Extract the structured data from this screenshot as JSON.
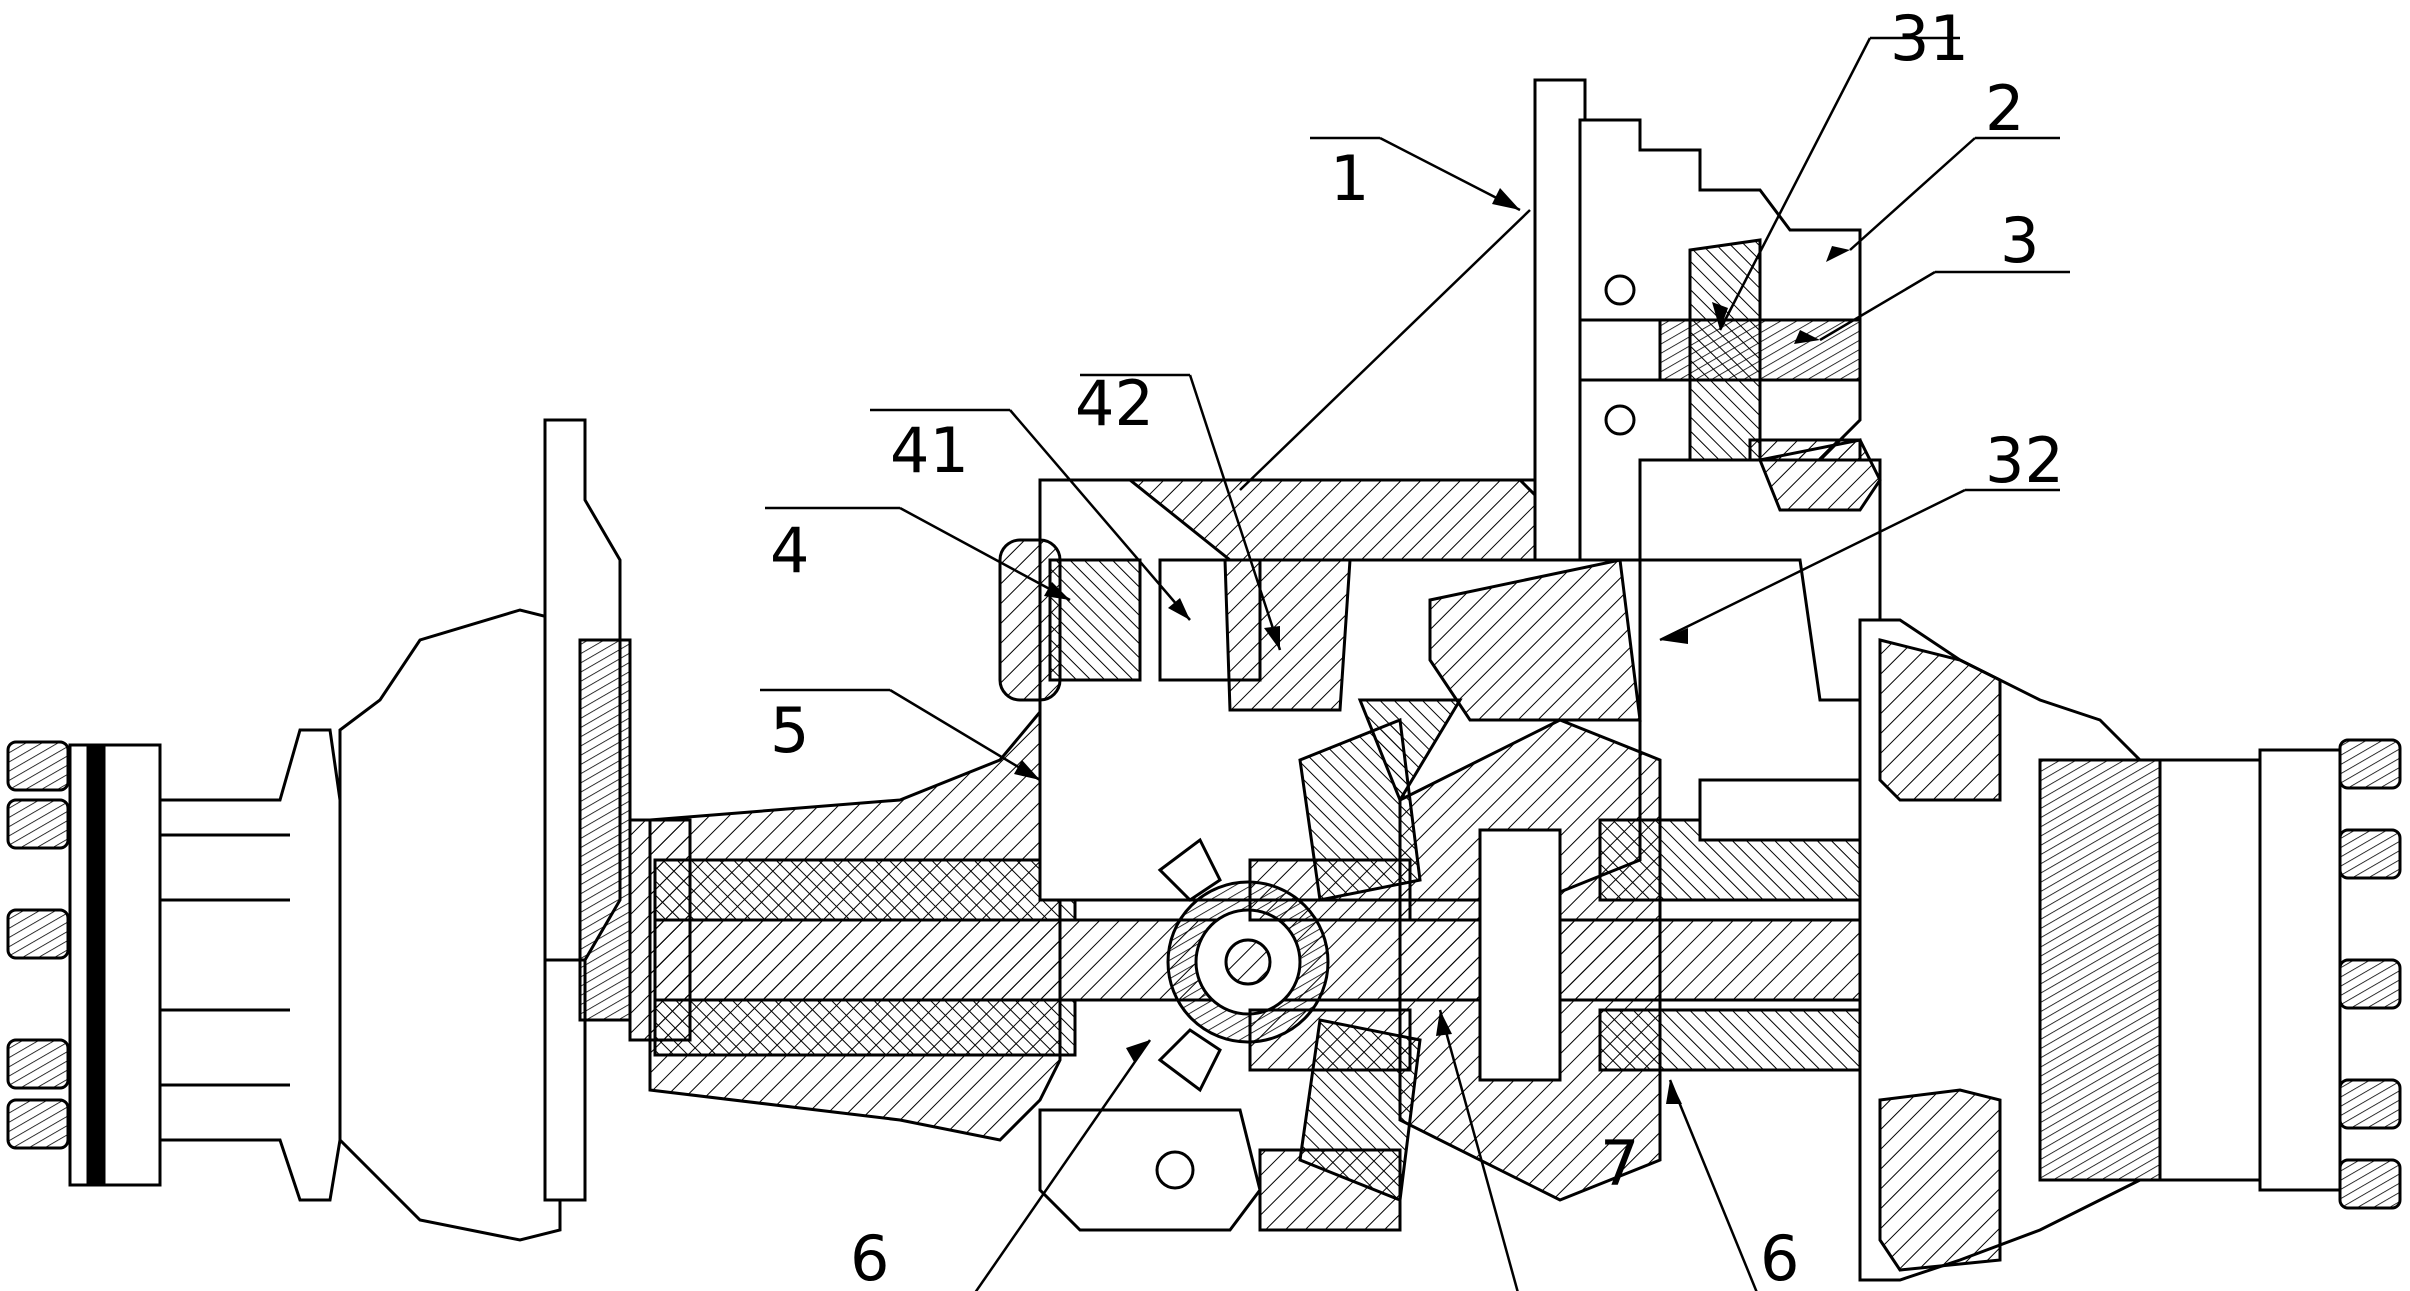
{
  "figure": {
    "callouts": [
      {
        "id": "c1",
        "label": "1"
      },
      {
        "id": "c2",
        "label": "2"
      },
      {
        "id": "c3",
        "label": "3"
      },
      {
        "id": "c31",
        "label": "31"
      },
      {
        "id": "c32",
        "label": "32"
      },
      {
        "id": "c4",
        "label": "4"
      },
      {
        "id": "c41",
        "label": "41"
      },
      {
        "id": "c42",
        "label": "42"
      },
      {
        "id": "c5",
        "label": "5"
      },
      {
        "id": "c6a",
        "label": "6"
      },
      {
        "id": "c6b",
        "label": "6"
      },
      {
        "id": "c7",
        "label": "7"
      }
    ],
    "colors": {
      "line": "#000000",
      "background": "#ffffff"
    }
  }
}
